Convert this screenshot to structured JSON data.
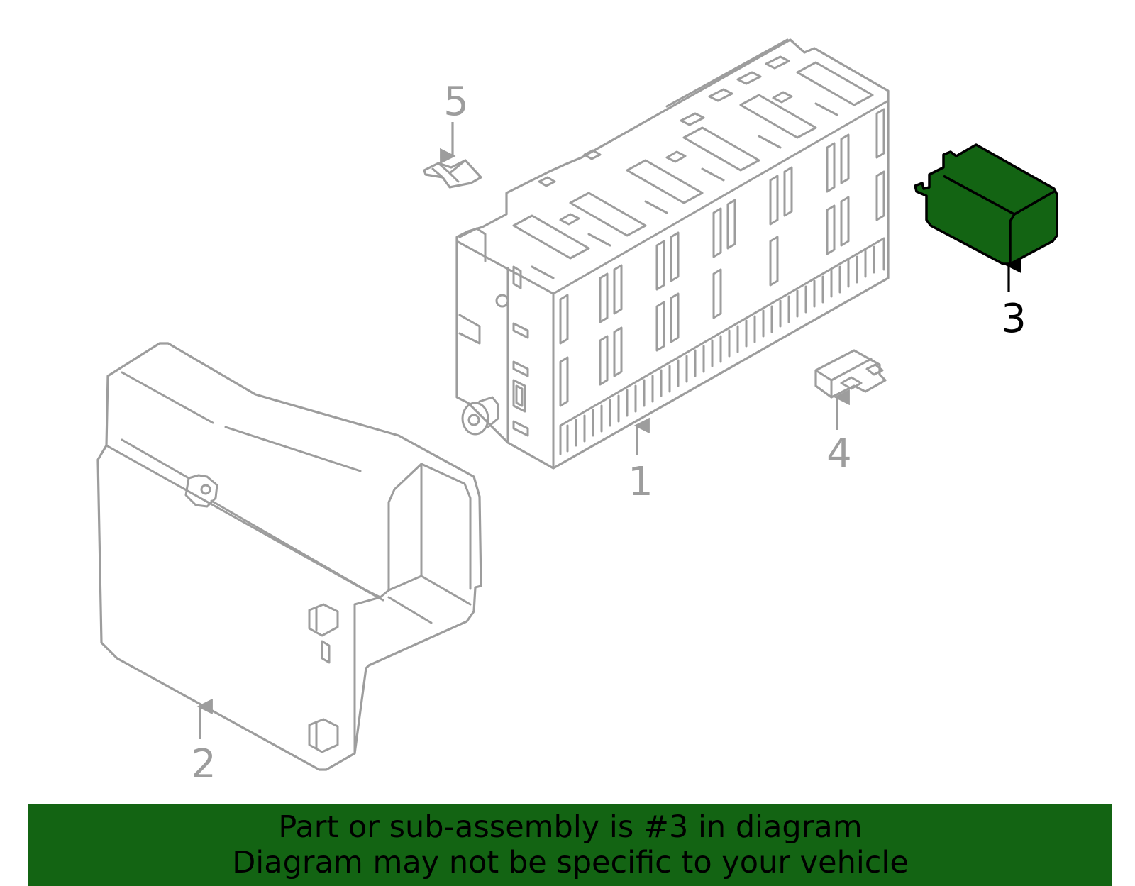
{
  "callouts": [
    {
      "id": "1",
      "label": "1",
      "highlighted": false
    },
    {
      "id": "2",
      "label": "2",
      "highlighted": false
    },
    {
      "id": "3",
      "label": "3",
      "highlighted": true
    },
    {
      "id": "4",
      "label": "4",
      "highlighted": false
    },
    {
      "id": "5",
      "label": "5",
      "highlighted": false
    }
  ],
  "banner": {
    "line1": "Part or sub-assembly is #3 in diagram",
    "line2": "Diagram may not be specific to your vehicle"
  },
  "colors": {
    "highlight_green": "#136413",
    "line_gray": "#9d9d9d",
    "outline_black": "#000000",
    "background": "#ffffff"
  }
}
